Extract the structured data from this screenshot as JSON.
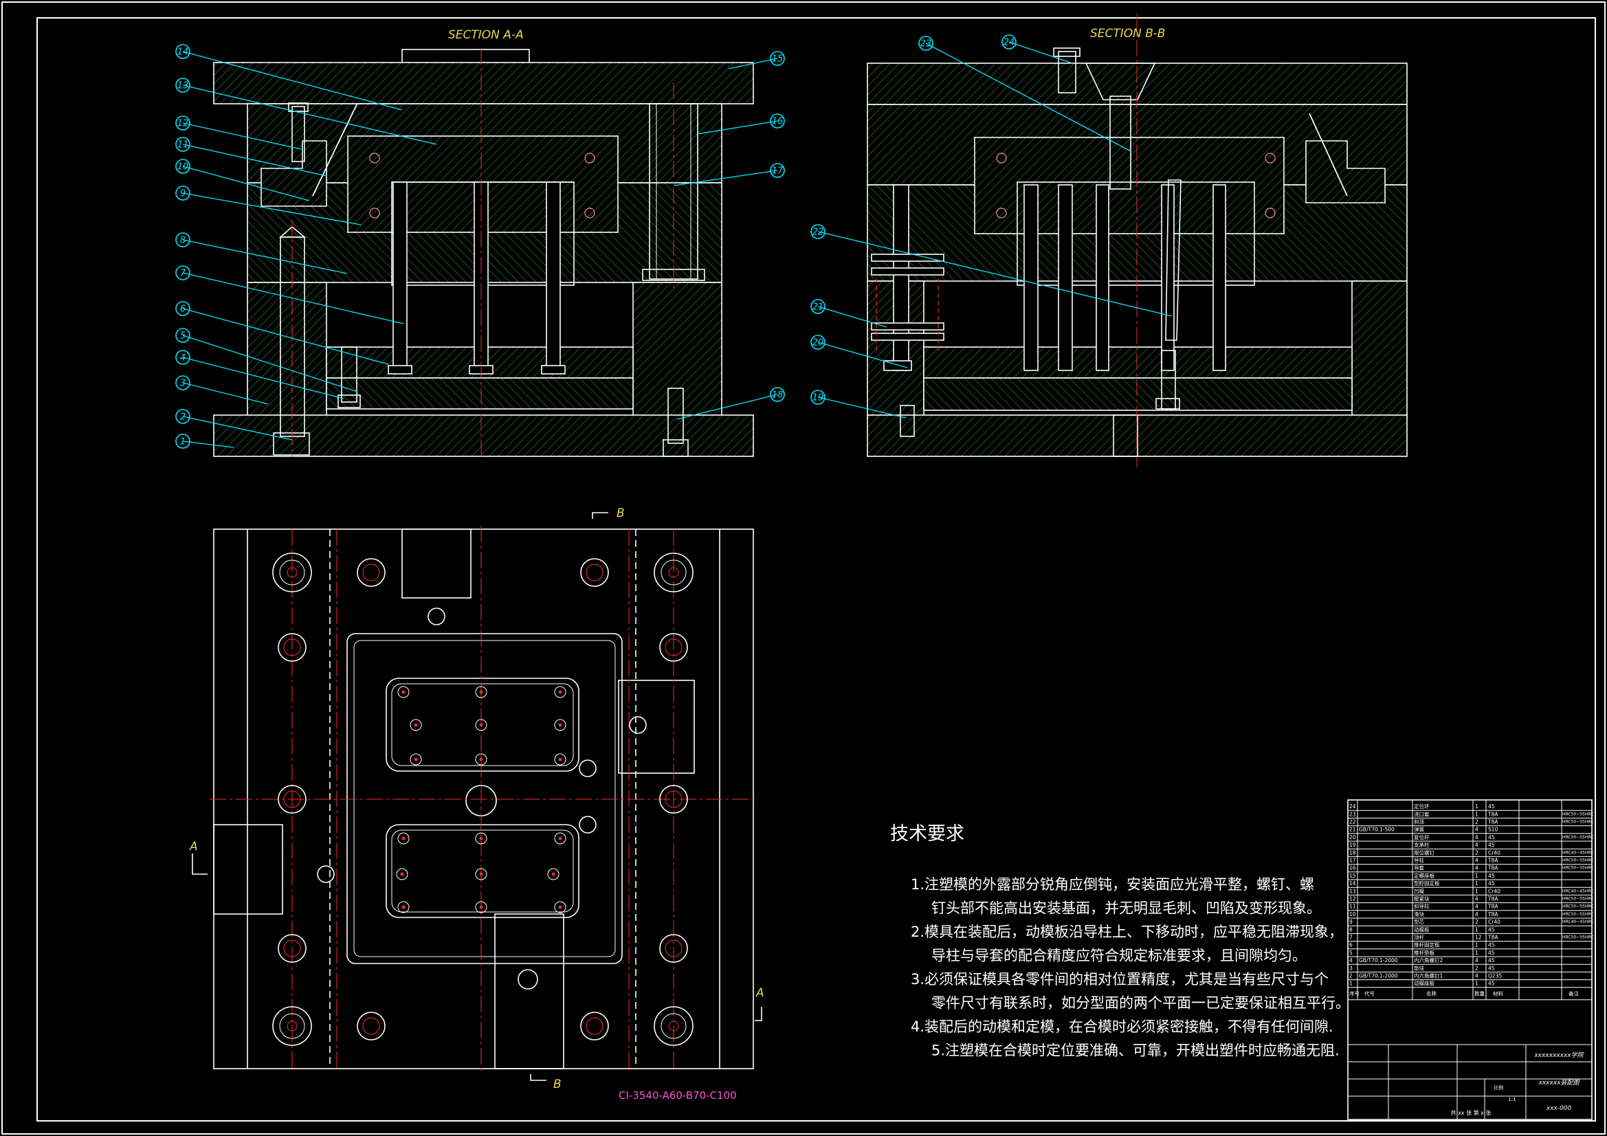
{
  "sections": {
    "a_title": "SECTION A-A",
    "b_title": "SECTION B-B",
    "b_marker": "B",
    "a_marker": "A"
  },
  "balloons_a": [
    "14",
    "13",
    "12",
    "11",
    "10",
    "9",
    "8",
    "7",
    "6",
    "5",
    "4",
    "3",
    "2",
    "1",
    "15",
    "16",
    "17",
    "18"
  ],
  "balloons_b": [
    "23",
    "24",
    "22",
    "21",
    "20",
    "19"
  ],
  "mold_code": "CI-3540-A60-B70-C100",
  "requirements": {
    "heading": "技术要求",
    "lines": [
      "1.注塑模的外露部分锐角应倒钝，安装面应光滑平整，螺钉、螺",
      "钉头部不能高出安装基面，并无明显毛刺、凹陷及变形现象。",
      "2.模具在装配后，动模板沿导柱上、下移动时，应平稳无阻滞现象，",
      "导柱与导套的配合精度应符合规定标准要求，且间隙均匀。",
      "3.必须保证模具各零件间的相对位置精度，尤其是当有些尺寸与个",
      "零件尺寸有联系时，如分型面的两个平面一已定要保证相互平行。",
      "4.装配后的动模和定模，在合模时必须紧密接触，不得有任何间隙.",
      "5.注塑模在合模时定位要准确、可靠，开模出塑件时应畅通无阻."
    ]
  },
  "bom": {
    "rows": [
      {
        "no": "24",
        "std": "",
        "name": "定位环",
        "qty": "1",
        "mat": "45",
        "code": ""
      },
      {
        "no": "23",
        "std": "",
        "name": "浇口套",
        "qty": "1",
        "mat": "T8A",
        "code": "HRC50~55HRC"
      },
      {
        "no": "22",
        "std": "",
        "name": "斜顶",
        "qty": "2",
        "mat": "T8A",
        "code": "HRC50~55HRC"
      },
      {
        "no": "21",
        "std": "GB/T70.1-500",
        "name": "弹簧",
        "qty": "4",
        "mat": "S10",
        "code": ""
      },
      {
        "no": "20",
        "std": "",
        "name": "复位杆",
        "qty": "4",
        "mat": "45",
        "code": "HRC50~55HRC"
      },
      {
        "no": "19",
        "std": "",
        "name": "支承柱",
        "qty": "4",
        "mat": "45",
        "code": ""
      },
      {
        "no": "18",
        "std": "",
        "name": "限位螺钉",
        "qty": "2",
        "mat": "Cr40",
        "code": "HRC40~45HRC"
      },
      {
        "no": "17",
        "std": "",
        "name": "导柱",
        "qty": "4",
        "mat": "T8A",
        "code": "HRC50~55HRC"
      },
      {
        "no": "16",
        "std": "",
        "name": "导套",
        "qty": "4",
        "mat": "T8A",
        "code": "HRC50~55HRC"
      },
      {
        "no": "15",
        "std": "",
        "name": "定模座板",
        "qty": "1",
        "mat": "45",
        "code": ""
      },
      {
        "no": "14",
        "std": "",
        "name": "型腔固定板",
        "qty": "1",
        "mat": "45",
        "code": ""
      },
      {
        "no": "13",
        "std": "",
        "name": "凹模",
        "qty": "1",
        "mat": "Cr40",
        "code": "HRC40~45HRC"
      },
      {
        "no": "12",
        "std": "",
        "name": "楔紧块",
        "qty": "4",
        "mat": "T8A",
        "code": "HRC50~55HRC"
      },
      {
        "no": "11",
        "std": "",
        "name": "斜导柱",
        "qty": "4",
        "mat": "T8A",
        "code": "HRC50~55HRC"
      },
      {
        "no": "10",
        "std": "",
        "name": "滑块",
        "qty": "4",
        "mat": "T8A",
        "code": "HRC50~55HRC"
      },
      {
        "no": "9",
        "std": "",
        "name": "型芯",
        "qty": "2",
        "mat": "Cr40",
        "code": "HRC40~45HRC"
      },
      {
        "no": "8",
        "std": "",
        "name": "动模板",
        "qty": "1",
        "mat": "45",
        "code": ""
      },
      {
        "no": "7",
        "std": "",
        "name": "顶杆",
        "qty": "12",
        "mat": "T8A",
        "code": "HRC50~55HRC"
      },
      {
        "no": "6",
        "std": "",
        "name": "推杆固定板",
        "qty": "1",
        "mat": "45",
        "code": ""
      },
      {
        "no": "5",
        "std": "",
        "name": "推杆垫板",
        "qty": "1",
        "mat": "45",
        "code": ""
      },
      {
        "no": "4",
        "std": "GB/T70.1-2000",
        "name": "内六角螺钉2",
        "qty": "4",
        "mat": "45",
        "code": ""
      },
      {
        "no": "3",
        "std": "",
        "name": "垫块",
        "qty": "2",
        "mat": "45",
        "code": ""
      },
      {
        "no": "2",
        "std": "GB/T70.1-2000",
        "name": "内六角螺钉1",
        "qty": "4",
        "mat": "Q235",
        "code": ""
      },
      {
        "no": "1",
        "std": "",
        "name": "动模座板",
        "qty": "1",
        "mat": "45",
        "code": ""
      }
    ],
    "header": [
      "序号",
      "代号",
      "名称",
      "数量",
      "材料",
      "备注"
    ],
    "school": "xxxxxxxxxx学院",
    "drawing_name": "xxxxxx装配图",
    "drawing_no": "xxx-000",
    "sheet": "共 xx 张  第 x 张",
    "scale_label": "比例",
    "scale": "1:1"
  }
}
